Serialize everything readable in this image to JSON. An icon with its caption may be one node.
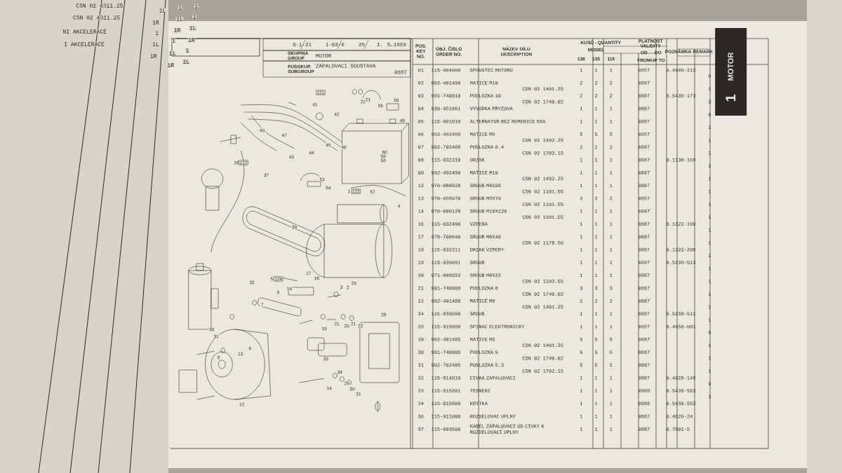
{
  "diagram": {
    "labels": [
      "CSN 02 4311.25",
      "CSN 02 4311.25",
      "NI AKCELERACE",
      "I AKCELERACE",
      "1L",
      "1R",
      "1",
      "1L",
      "1R",
      "1",
      "1L",
      "1R",
      "1",
      "1L",
      "1R",
      "1",
      "1",
      "1L",
      "1R",
      "1",
      "1L",
      "8-1-21",
      "1-03-6",
      "29",
      "1. 5.1989",
      "SKUPINA GROUP",
      "MOTOR",
      "PODSKUP. SUBGROUP",
      "ZAPALOVACI SOUSTAVA",
      "0887",
      "POS. KEY NO.",
      "OBJ. ČÍSLO ORDER NO.",
      "NÁZEV DÍLU DESCRIPTION",
      "KUSŮ - QUANTITY",
      "MODEL",
      "136",
      "135",
      "115",
      "PLATNOST VALIDITY",
      "OD",
      "DO",
      "FROM",
      "UP TO",
      "POZNÁMKA REMARK",
      "01",
      "115-904000",
      "SPOUSTEC MOTORU",
      "1",
      "1",
      "1",
      "0887",
      "0.4009-213",
      "9",
      "02",
      "992-401490",
      "MATICE M10",
      "CSN 02 1401.25",
      "2",
      "2",
      "2",
      "0887",
      "1",
      "03",
      "991-740010",
      "PODLOZKA 10",
      "CSN 02 1740.02",
      "2",
      "2",
      "2",
      "0887",
      "0.5439-173",
      "3",
      "04",
      "930-951651",
      "VYVODKA PRYZOVA",
      "1",
      "1",
      "1",
      "0887",
      "9",
      "05",
      "115-901010",
      "ALTERNATOR BEZ REMENICE 55A",
      "1",
      "1",
      "1",
      "0887",
      "1",
      "06",
      "992-492488",
      "MATICE M8",
      "CSN 02 1492.25",
      "5",
      "5",
      "5",
      "0887",
      "1",
      "07",
      "992-702488",
      "PODLOZKA 8.4",
      "CSN 02 1702.15",
      "2",
      "2",
      "2",
      "0887",
      "1",
      "08",
      "115-032310",
      "DRZAK",
      "1",
      "1",
      "1",
      "0887",
      "0.1138-169",
      "1",
      "09",
      "992-492490",
      "MATICE M10",
      "CSN 02 1492.25",
      "1",
      "1",
      "1",
      "0887",
      "1",
      "12",
      "970-088028",
      "SROUB M8X28",
      "CSN 02 1101.55",
      "1",
      "1",
      "1",
      "0887",
      "1",
      "13",
      "970-088070",
      "SROUB M8X70",
      "CSN 02 1101.55",
      "2",
      "2",
      "2",
      "0887",
      "1",
      "14",
      "970-090120",
      "SROUB M10X120",
      "CSN 02 1101.55",
      "1",
      "1",
      "1",
      "0887",
      "1",
      "16",
      "115-032490",
      "VZPERA",
      "1",
      "1",
      "1",
      "0887",
      "0.1322-199",
      "1",
      "17",
      "978-708640",
      "SROUB M8X40",
      "CSN 02 1178.50",
      "1",
      "1",
      "1",
      "0887",
      "1",
      "18",
      "115-032311",
      "DRZAK VZPERY",
      "1",
      "1",
      "1",
      "0887",
      "0.1322-205",
      "1",
      "19",
      "115-039091",
      "SROUB",
      "1",
      "1",
      "1",
      "0887",
      "0.5238-513",
      "1",
      "20",
      "971-088022",
      "SROUB M8X22",
      "CSN 02 1103.55",
      "1",
      "1",
      "1",
      "0887",
      "1",
      "21",
      "991-740008",
      "PODLOZKA 8",
      "CSN 02 1740.02",
      "3",
      "3",
      "3",
      "0887",
      "1",
      "22",
      "992-401488",
      "MATICE M8",
      "CSN 02 1401.25",
      "2",
      "2",
      "2",
      "0887",
      "1",
      "24",
      "115-039090",
      "SROUB",
      "1",
      "1",
      "1",
      "0887",
      "0.5238-511",
      "1",
      "28",
      "115-915080",
      "SPINAC ELEKTRONICKY",
      "1",
      "1",
      "1",
      "0887",
      "0.4050-001",
      "9",
      "29",
      "992-401485",
      "MATICE M5",
      "CSN 02 1401.25",
      "5",
      "5",
      "5",
      "0887",
      "1",
      "30",
      "991-740005",
      "PODLOZKA 5",
      "CSN 02 1740.02",
      "5",
      "5",
      "5",
      "0887",
      "1",
      "31",
      "992-702485",
      "PODLOZKA 5.3",
      "CSN 02 1702.15",
      "5",
      "5",
      "5",
      "0887",
      "1",
      "32",
      "115-914010",
      "CIVKA ZAPALOVACI",
      "1",
      "1",
      "1",
      "0887",
      "0.4028-148",
      "9",
      "33",
      "115-915801",
      "TESNENI",
      "1",
      "1",
      "1",
      "0988",
      "0.5439-553",
      "3",
      "34",
      "115-915800",
      "KRYTKA",
      "1",
      "1",
      "1",
      "0988",
      "0.5439-552",
      "36",
      "115-911000",
      "ROZDELOVAC UPLNY",
      "1",
      "1",
      "1",
      "0887",
      "0.4026-24",
      "37",
      "115-093500",
      "KABEL ZAPALOVACI OD CIVKY K ROZDELOVACI UPLNY",
      "1",
      "1",
      "1",
      "0887",
      "0.7901-5",
      "121",
      "41",
      "22",
      "21",
      "55",
      "56",
      "42",
      "48",
      "40",
      "47",
      "44",
      "45",
      "46",
      "60",
      "16",
      "122",
      "43",
      "59",
      "58",
      "37",
      "53",
      "54",
      "1",
      "122",
      "57",
      "4",
      "39",
      "32",
      "5",
      "124",
      "17",
      "18",
      "24",
      "6",
      "16",
      "3",
      "2",
      "7",
      "28",
      "30",
      "19",
      "21",
      "20",
      "21",
      "22",
      "31",
      "8",
      "13",
      "6",
      "33",
      "34",
      "14",
      "29",
      "30",
      "31",
      "12",
      "1",
      "MOTOR"
    ]
  }
}
